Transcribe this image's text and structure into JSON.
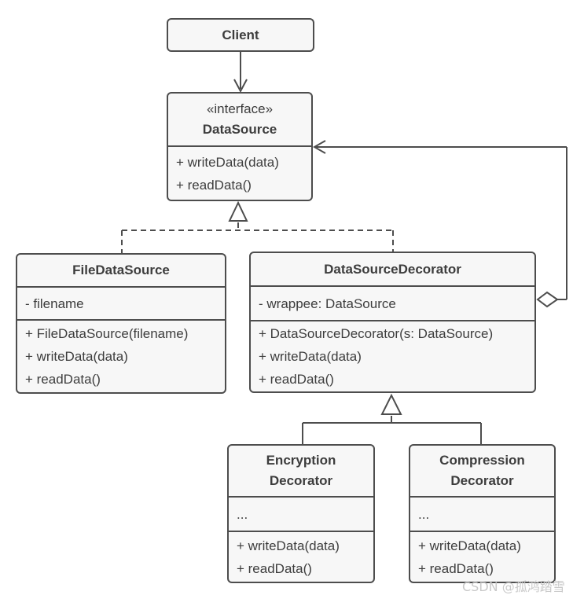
{
  "colors": {
    "stroke": "#4d4d4d",
    "box_fill": "#f7f7f7",
    "text": "#3d3d3d",
    "watermark": "#c9c9c9",
    "background": "#ffffff"
  },
  "classes": {
    "client": {
      "title": "Client"
    },
    "data_source": {
      "stereotype": "«interface»",
      "title": "DataSource",
      "methods": [
        "+ writeData(data)",
        "+ readData()"
      ]
    },
    "file_data_source": {
      "title": "FileDataSource",
      "attributes": [
        "- filename"
      ],
      "methods": [
        "+ FileDataSource(filename)",
        "+ writeData(data)",
        "+ readData()"
      ]
    },
    "data_source_decorator": {
      "title": "DataSourceDecorator",
      "attributes": [
        "- wrappee: DataSource"
      ],
      "methods": [
        "+ DataSourceDecorator(s: DataSource)",
        "+ writeData(data)",
        "+ readData()"
      ]
    },
    "encryption_decorator": {
      "title_line1": "Encryption",
      "title_line2": "Decorator",
      "attributes": [
        "..."
      ],
      "methods": [
        "+ writeData(data)",
        "+ readData()"
      ]
    },
    "compression_decorator": {
      "title_line1": "Compression",
      "title_line2": "Decorator",
      "attributes": [
        "..."
      ],
      "methods": [
        "+ writeData(data)",
        "+ readData()"
      ]
    }
  },
  "relationships": [
    {
      "type": "dependency-arrow",
      "from": "Client",
      "to": "DataSource"
    },
    {
      "type": "realization-dashed-hollow-triangle",
      "from": "FileDataSource",
      "to": "DataSource"
    },
    {
      "type": "realization-dashed-hollow-triangle",
      "from": "DataSourceDecorator",
      "to": "DataSource"
    },
    {
      "type": "aggregation-diamond-open-arrow",
      "from": "DataSourceDecorator",
      "to": "DataSource"
    },
    {
      "type": "inheritance-hollow-triangle",
      "from": "EncryptionDecorator",
      "to": "DataSourceDecorator"
    },
    {
      "type": "inheritance-hollow-triangle",
      "from": "CompressionDecorator",
      "to": "DataSourceDecorator"
    }
  ],
  "watermark": "CSDN @孤鸿踏雪"
}
